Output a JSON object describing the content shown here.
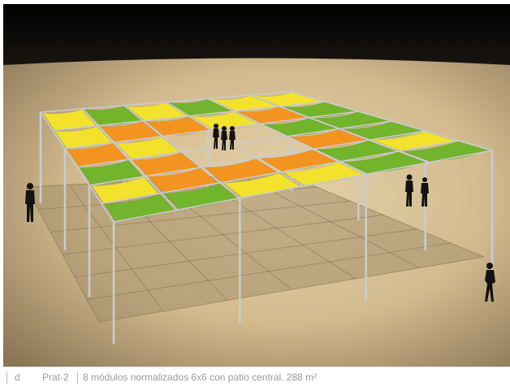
{
  "caption": {
    "letter": "d",
    "code": "Prat-2",
    "description": "8 módulos normalizados 6x6 con patio central. 288 m²"
  },
  "canopy": {
    "grid_size": 6,
    "central_patio": true,
    "colors": {
      "yellow": "#f2e22c",
      "orange": "#f39420",
      "green": "#72b52c",
      "frame": "#c8ccd2",
      "ground_light": "#ddc8a0",
      "ground_dark": "#8f7a5c",
      "sky": "#050505"
    },
    "panels": [
      [
        "yellow",
        "green",
        "yellow",
        "green",
        "yellow",
        "yellow"
      ],
      [
        "yellow",
        "orange",
        "orange",
        "yellow",
        "orange",
        "green"
      ],
      [
        "orange",
        "yellow",
        null,
        null,
        "green",
        "green"
      ],
      [
        "green",
        "orange",
        null,
        null,
        "orange",
        "green"
      ],
      [
        "yellow",
        "orange",
        "orange",
        "orange",
        "green",
        "yellow"
      ],
      [
        "green",
        "green",
        "yellow",
        "yellow",
        "green",
        "green"
      ]
    ]
  }
}
